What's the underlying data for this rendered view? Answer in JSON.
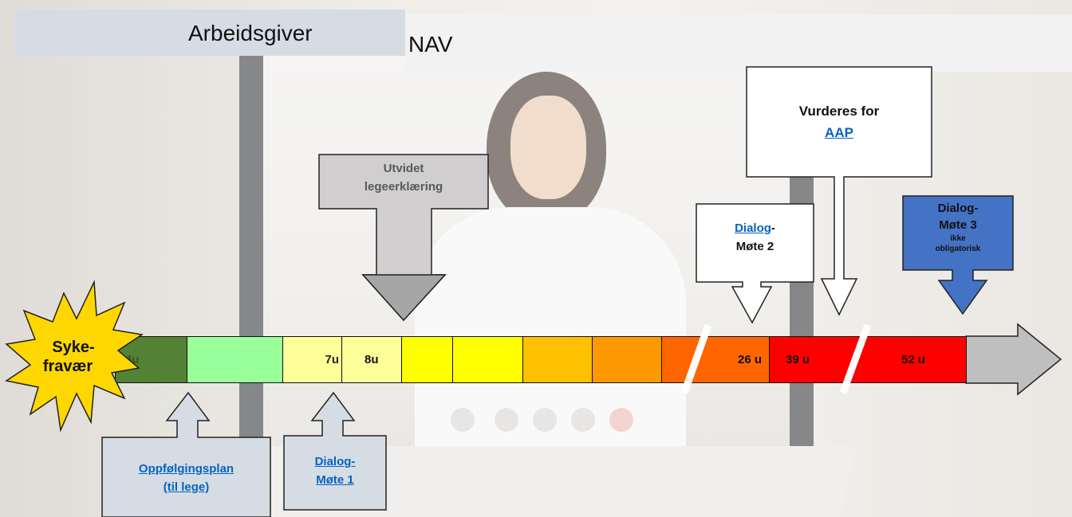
{
  "header": {
    "employer_label": "Arbeidsgiver",
    "nav_label": "NAV"
  },
  "start_burst": {
    "line1": "Syke-",
    "line2": "fravær"
  },
  "timeline": [
    {
      "label": "4u",
      "color": "#548235",
      "text_color": "#385723"
    },
    {
      "label": "",
      "color": "#99ff99"
    },
    {
      "label": "7u",
      "color": "#ffff99",
      "text_color": "#222222"
    },
    {
      "label": "8u",
      "color": "#ffff99",
      "text_color": "#111111"
    },
    {
      "label": "",
      "color": "#ffff00"
    },
    {
      "label": "",
      "color": "#ffff00"
    },
    {
      "label": "",
      "color": "#ffc000"
    },
    {
      "label": "",
      "color": "#ff9900"
    },
    {
      "label": "",
      "color": "#ff6600"
    },
    {
      "label": "26 u",
      "color": "#ff6600",
      "text_color": "#111111"
    },
    {
      "label": "39 u",
      "color": "#ff0000",
      "text_color": "#111111"
    },
    {
      "label": "52 u",
      "color": "#ff0000",
      "text_color": "#111111"
    }
  ],
  "callouts": {
    "utvidet": {
      "line1": "Utvidet",
      "line2": "legeerklæring"
    },
    "aap": {
      "line1": "Vurderes for",
      "link": "AAP"
    },
    "dialog2": {
      "link": "Dialog",
      "suffix": "-",
      "line2": "Møte 2"
    },
    "dialog3": {
      "line1": "Dialog-",
      "line2": "Møte 3",
      "line3": "ikke",
      "line4": "obligatorisk"
    },
    "oppfolging": {
      "line1": "Oppfølgingsplan",
      "line2": "(til lege)"
    },
    "dialog1": {
      "line1": "Dialog-",
      "line2": "Møte 1"
    }
  },
  "colors": {
    "arrow_tail": "#bfbfbf",
    "utvidet_fill": "#d0cece",
    "utvidet_arrow": "#a6a6a6",
    "dialog3_fill": "#4472c4",
    "employer_box": "#d6dce4",
    "burst": "#ffd700",
    "link": "#0563c1"
  }
}
